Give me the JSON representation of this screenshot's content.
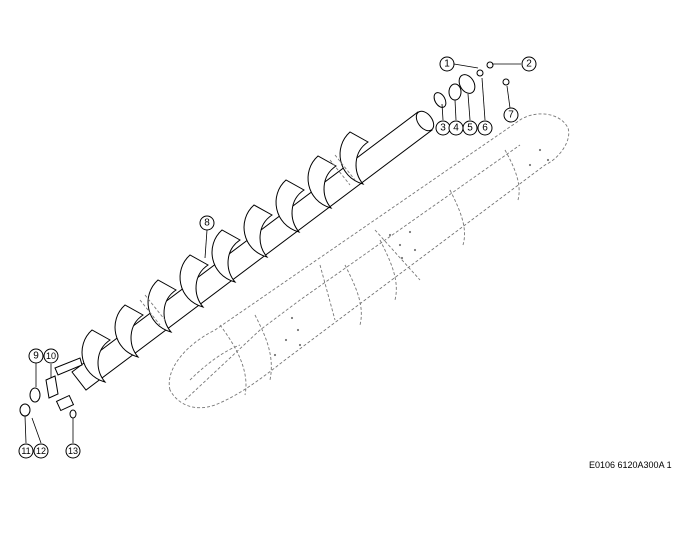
{
  "drawing_code": "E0106 6120A300A 1",
  "callouts": [
    {
      "label": "1"
    },
    {
      "label": "2"
    },
    {
      "label": "3"
    },
    {
      "label": "4"
    },
    {
      "label": "5"
    },
    {
      "label": "6"
    },
    {
      "label": "7"
    },
    {
      "label": "8"
    },
    {
      "label": "9"
    },
    {
      "label": "10"
    },
    {
      "label": "11"
    },
    {
      "label": "12"
    },
    {
      "label": "13"
    }
  ]
}
